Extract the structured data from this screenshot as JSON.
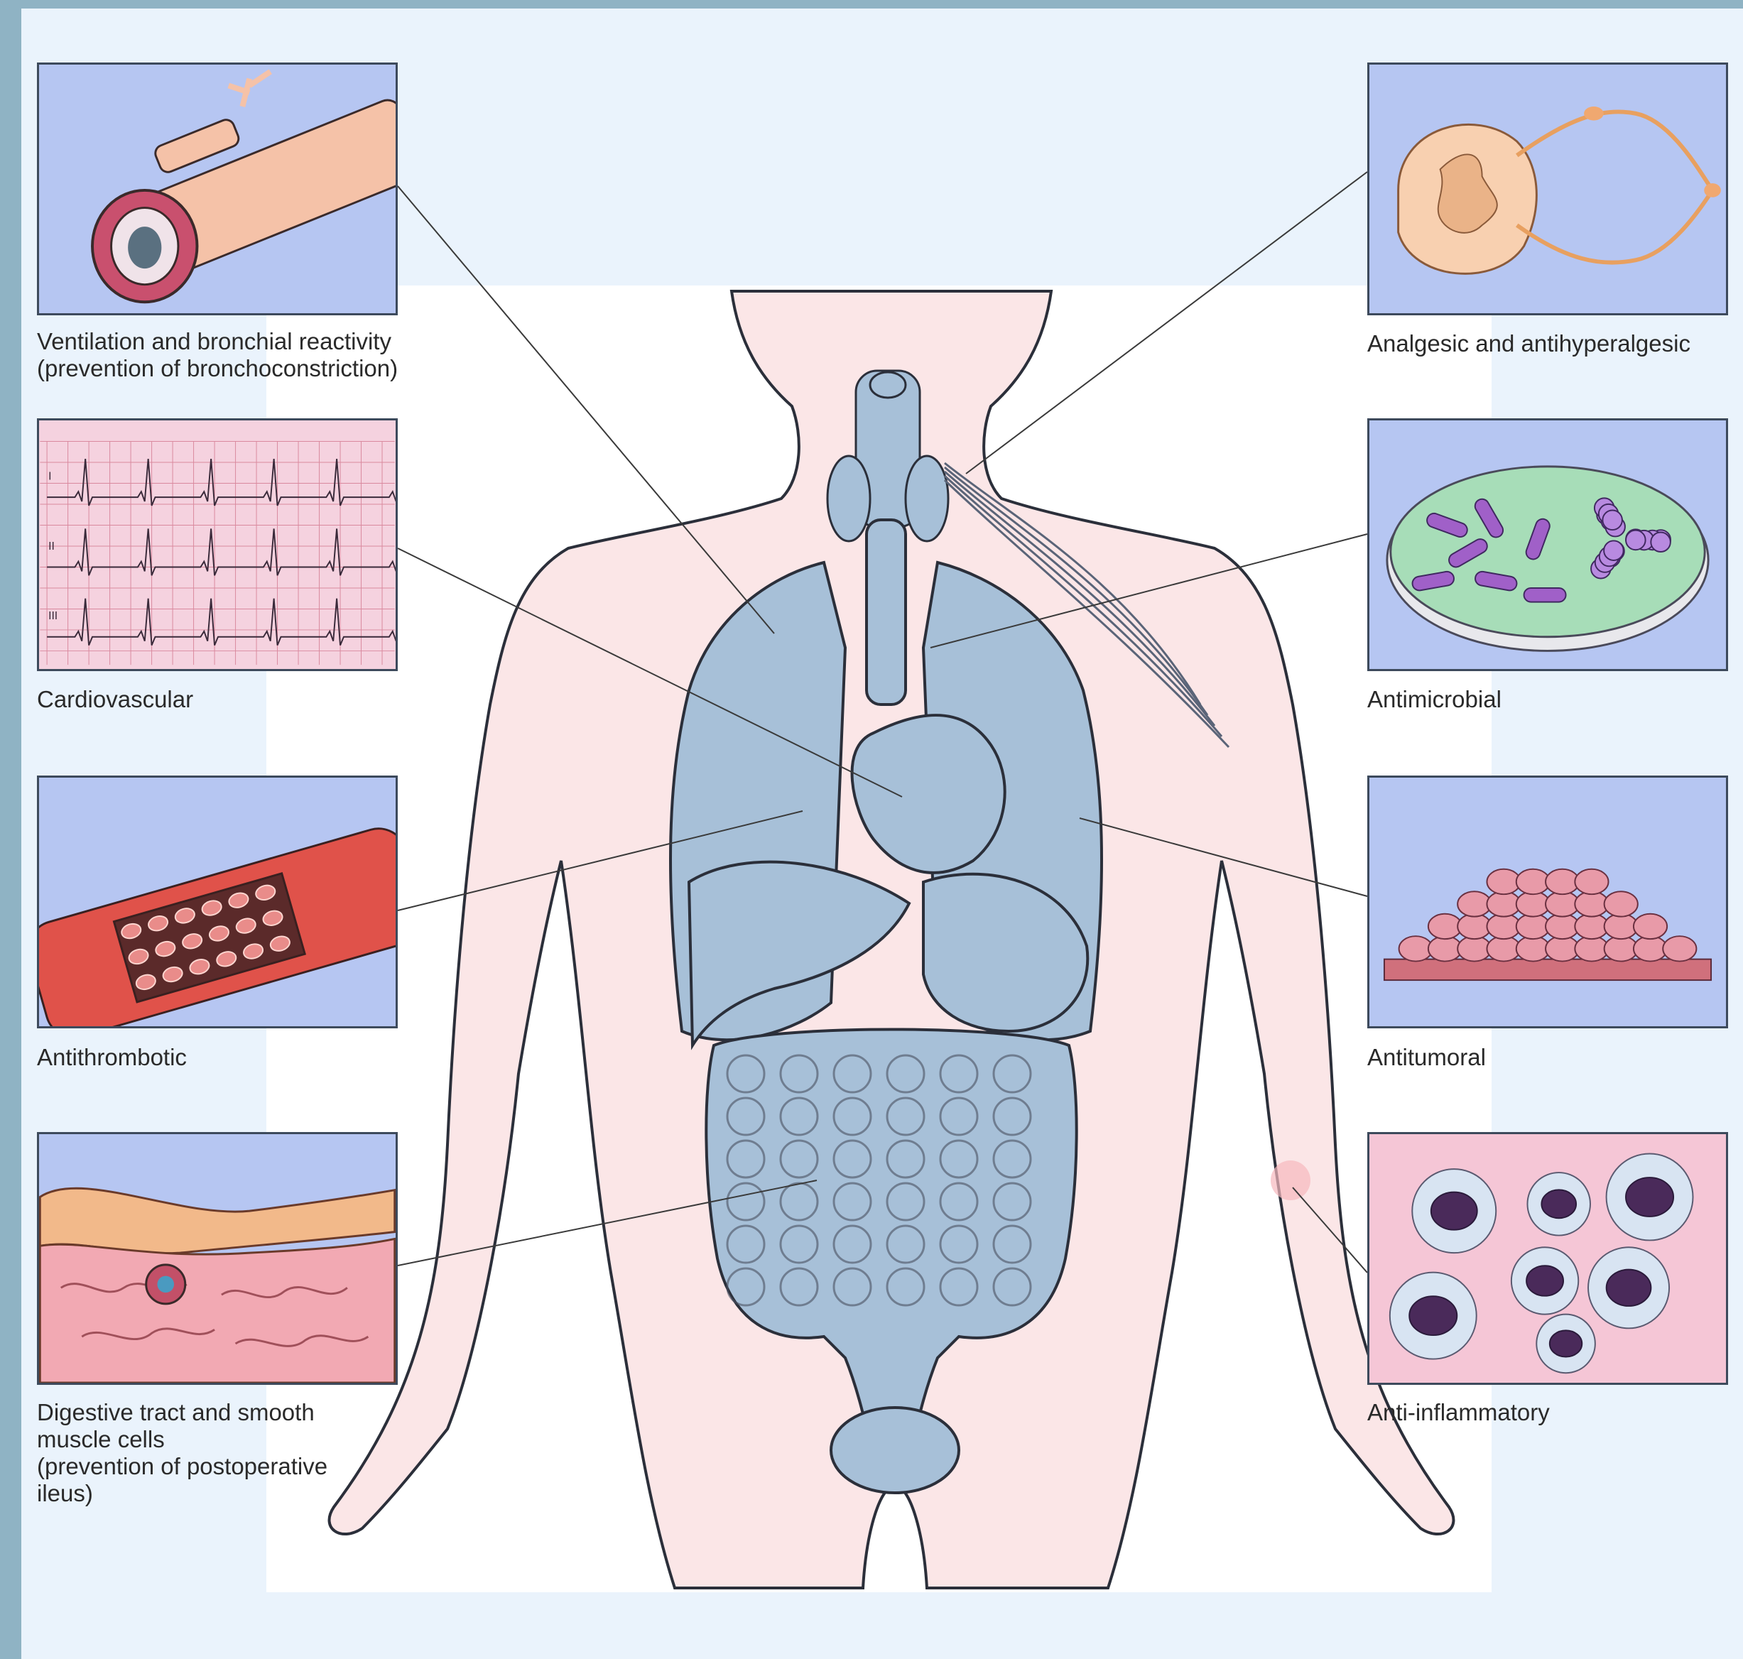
{
  "panels": {
    "ventilation": {
      "caption": "Ventilation and bronchial reactivity\n(prevention of bronchoconstriction)",
      "bg": "#b6c6f2"
    },
    "cardiovascular": {
      "caption": "Cardiovascular",
      "bg": "#f5d2df"
    },
    "antithrombotic": {
      "caption": "Antithrombotic",
      "bg": "#b6c6f2"
    },
    "digestive": {
      "caption": "Digestive tract and smooth\nmuscle cells\n(prevention of postoperative\nileus)",
      "bg": "#b6c6f2"
    },
    "analgesic": {
      "caption": "Analgesic and antihyperalgesic",
      "bg": "#b6c6f2"
    },
    "antimicrobial": {
      "caption": "Antimicrobial",
      "bg": "#b6c6f2"
    },
    "antitumoral": {
      "caption": "Antitumoral",
      "bg": "#b6c6f2"
    },
    "antiinflammatory": {
      "caption": "Anti-inflammatory",
      "bg": "#f5c6d6"
    }
  },
  "ecg_leads": [
    "I",
    "II",
    "III"
  ],
  "colors": {
    "organ_fill": "#a7c0d8",
    "skin_fill": "#fbe6e7",
    "outline": "#2b2f3a"
  }
}
